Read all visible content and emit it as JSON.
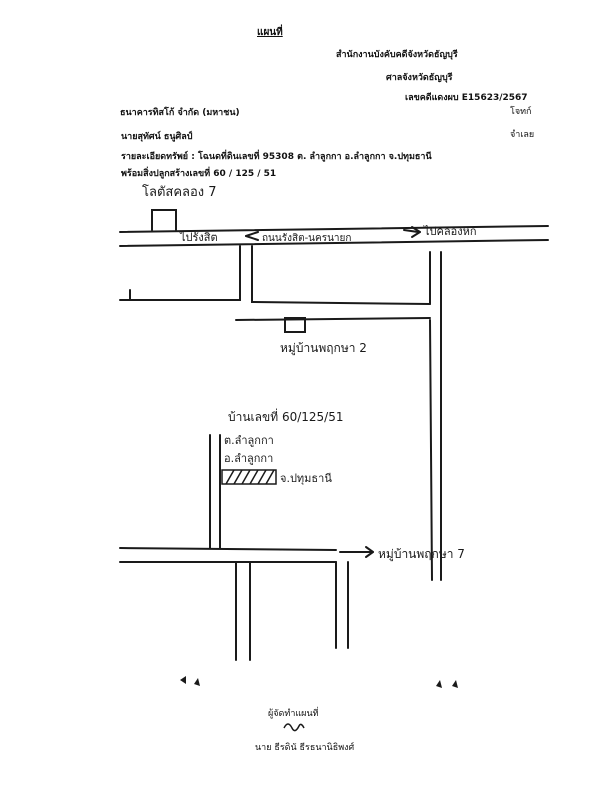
{
  "header": {
    "title": "แผนที่",
    "office_line1": "สำนักงานบังคับคดีจังหวัดธัญบุรี",
    "office_line2": "ศาลจังหวัดธัญบุรี",
    "case_number": "เลขคดีแดงผบ E15623/2567"
  },
  "parties": {
    "plaintiff": "ธนาคารทิสโก้ จำกัด (มหาชน)",
    "plaintiff_role": "โจทก์",
    "defendant": "นายสุทัศน์ ธนูศิลป์",
    "defendant_role": "จำเลย"
  },
  "property": {
    "detail": "รายละเอียดทรัพย์ : โฉนดที่ดินเลขที่  95308  ต. ลำลูกกา อ.ลำลูกกา จ.ปทุมธานี",
    "building": "พร้อมสิ่งปลูกสร้างเลขที่ 60  / 125 / 51"
  },
  "map_labels": {
    "landmark_top": "โลตัสคลอง 7",
    "road_left": "ไปรังสิต",
    "road_name": "ถนนรังสิต-นครนายก",
    "road_right": "ไปคลองหก",
    "village_2": "หมู่บ้านพฤกษา 2",
    "house_no": "บ้านเลขที่ 60/125/51",
    "house_tambon": "ต.ลำลูกกา",
    "house_amphoe": "อ.ลำลูกกา",
    "house_province": "จ.ปทุมธานี",
    "village_7": "หมู่บ้านพฤกษา 7"
  },
  "footer": {
    "mapper_label": "ผู้จัดทำแผนที่",
    "mapper_name": "นาย ธีรดินั ธีรธนานิธิพงศ์"
  }
}
